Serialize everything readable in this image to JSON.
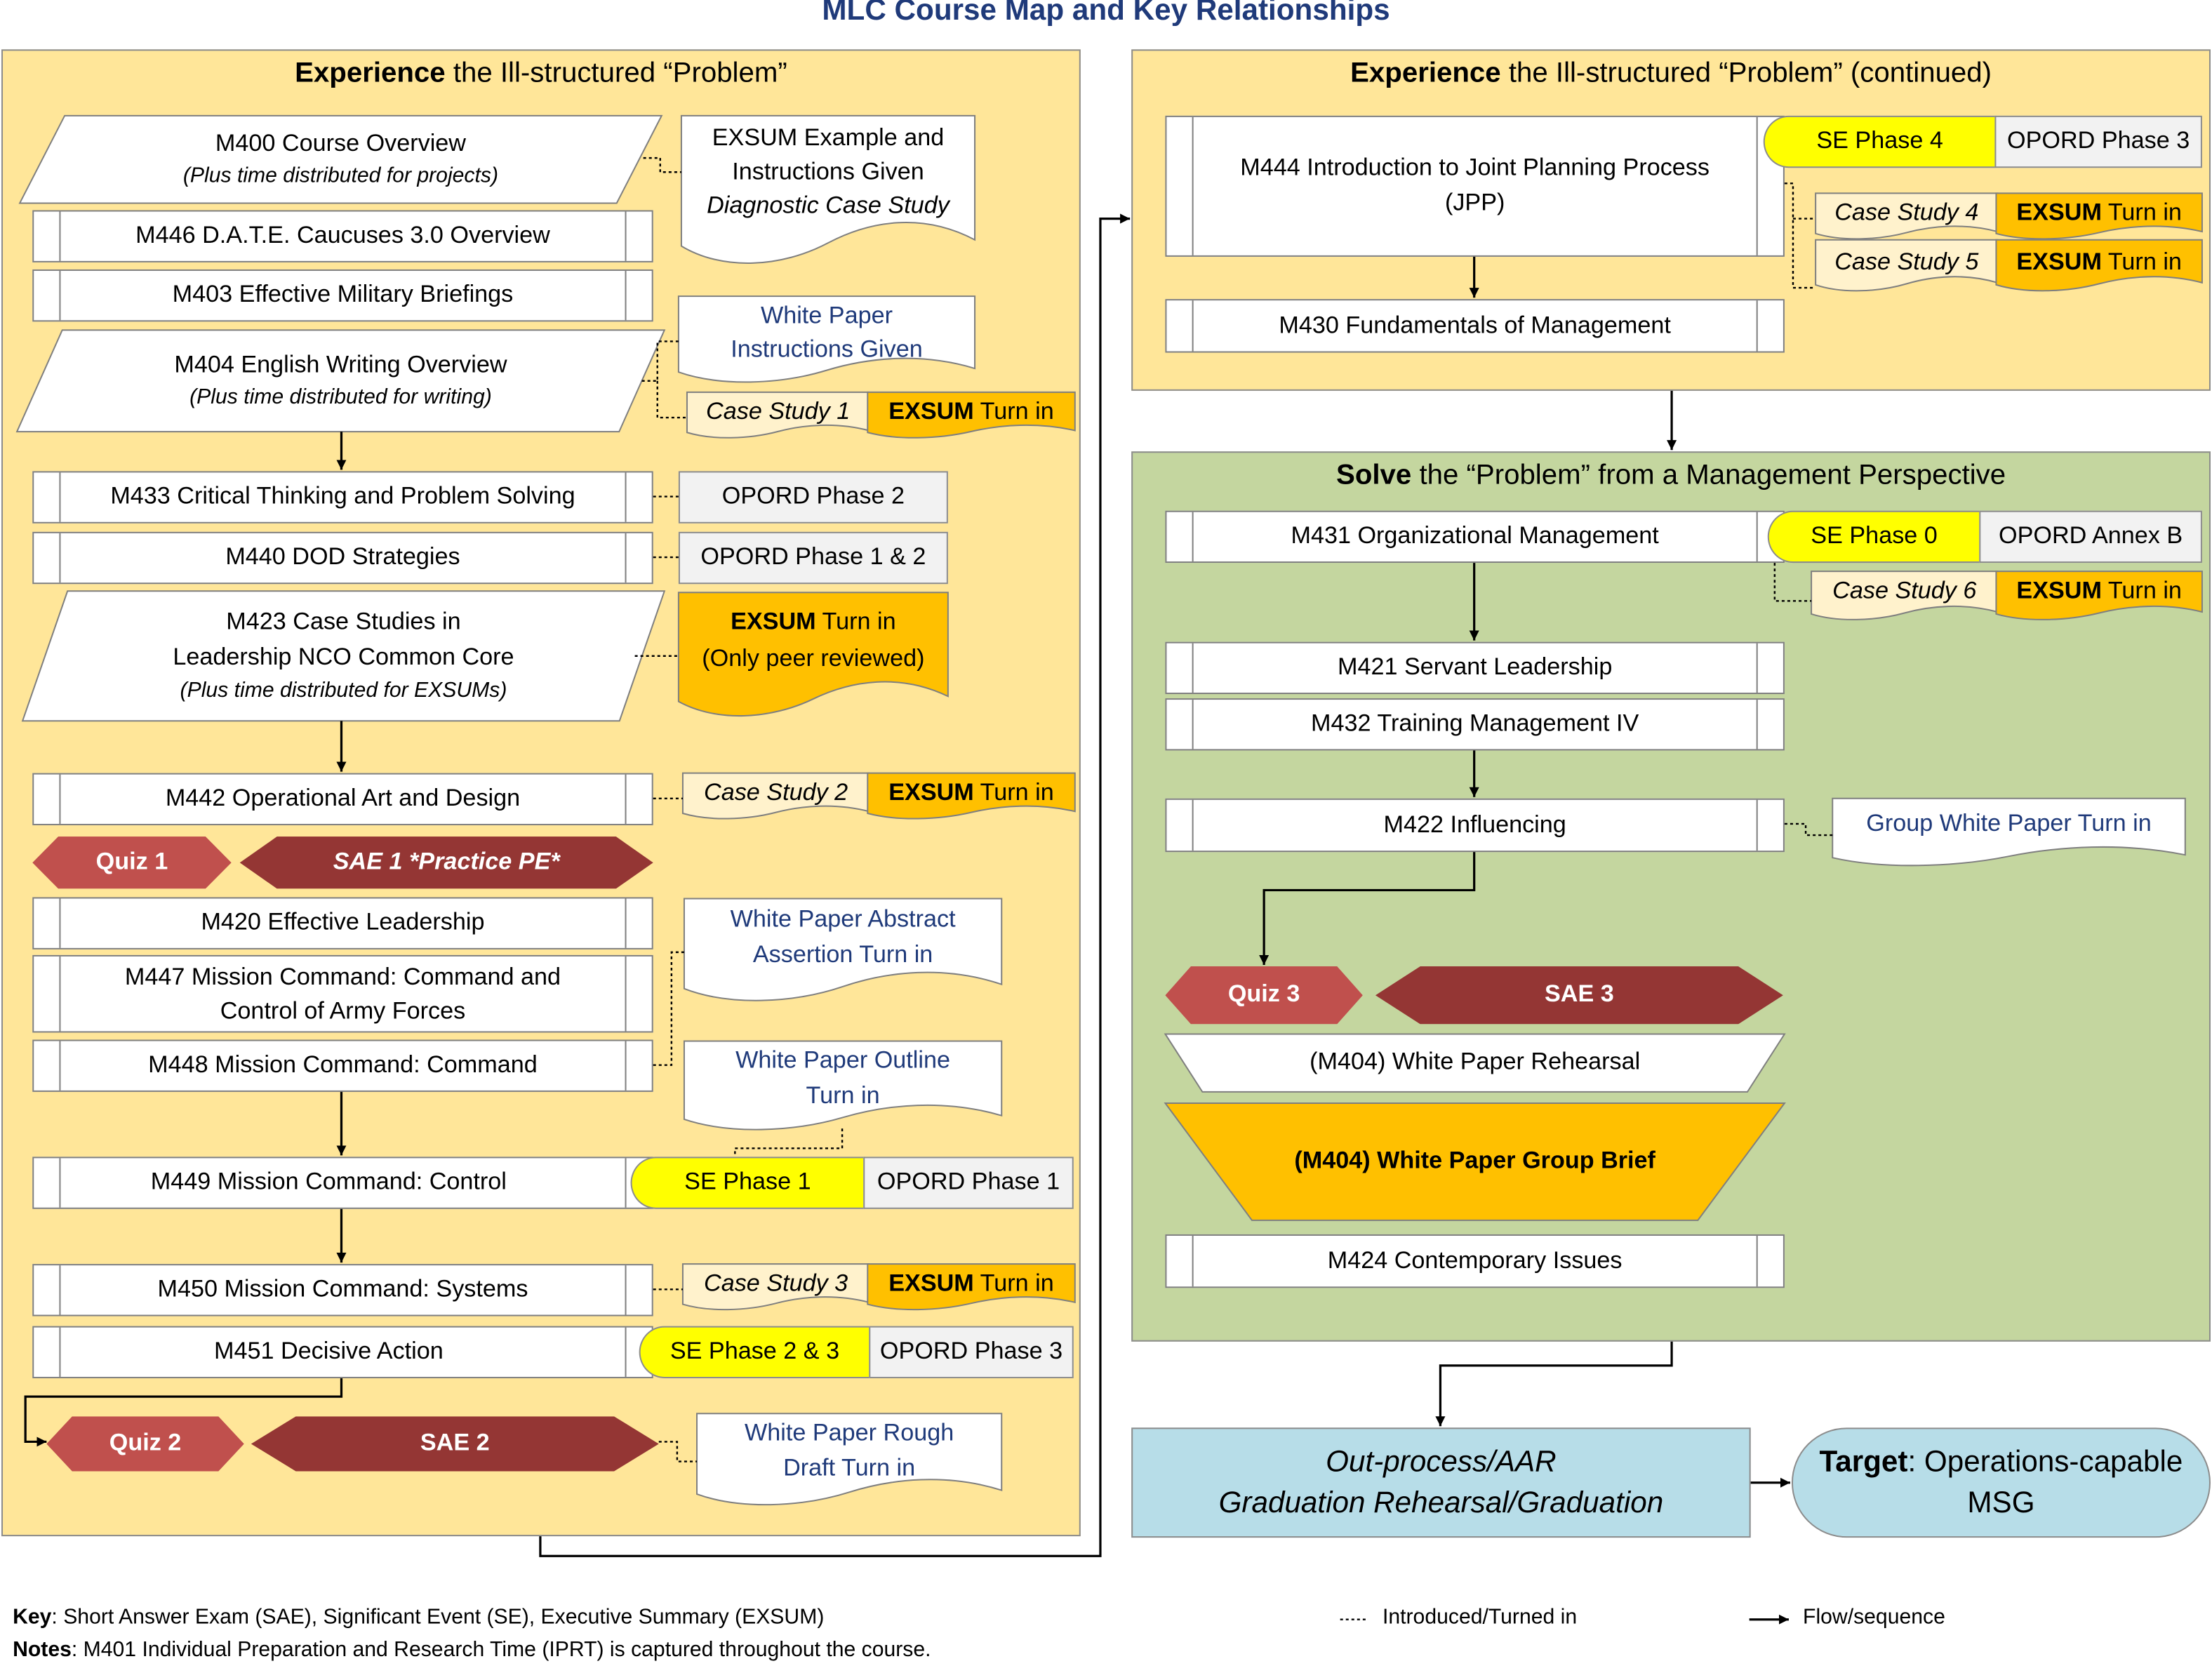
{
  "title": "MLC Course Map and Key Relationships",
  "colors": {
    "panel_yellow": "#FFE699",
    "panel_green": "#C4D69F",
    "panel_blue": "#B7DDE8",
    "exsum_orange": "#FFC000",
    "case_study_cream": "#FFF2CC",
    "se_yellow": "#FFFF00",
    "quiz_red": "#C0504D",
    "sae_darkred": "#943634",
    "title_blue": "#1F3A7A"
  },
  "common": {
    "exsum": "EXSUM",
    "turn_in": " Turn in"
  },
  "left": {
    "heading_bold": "Experience",
    "heading_rest": " the Ill-structured “Problem”",
    "m400": {
      "title": "M400 Course Overview",
      "note": "(Plus time distributed for projects)"
    },
    "exsum_example": {
      "line1": "EXSUM Example and",
      "line2": "Instructions Given",
      "line3": "Diagnostic Case Study"
    },
    "m446": "M446 D.A.T.E. Caucuses 3.0 Overview",
    "m403": "M403 Effective Military Briefings",
    "m404": {
      "title": "M404 English Writing Overview",
      "note": "(Plus time distributed for writing)"
    },
    "wp_instructions": {
      "line1": "White Paper",
      "line2": "Instructions Given"
    },
    "case_study_1": "Case Study 1",
    "m433": "M433 Critical Thinking and Problem Solving",
    "opord_phase_2": "OPORD Phase 2",
    "m440": "M440 DOD Strategies",
    "opord_phase_1_2": "OPORD Phase 1 & 2",
    "m423": {
      "line1": "M423 Case Studies in",
      "line2": "Leadership NCO Common Core",
      "note": "(Plus time distributed for EXSUMs)"
    },
    "exsum_peer": {
      "rest": " Turn in",
      "line2": "(Only peer reviewed)"
    },
    "m442": "M442 Operational Art and Design",
    "case_study_2": "Case Study 2",
    "quiz_1": "Quiz 1",
    "sae_1": "SAE 1 *Practice PE*",
    "m420": "M420 Effective Leadership",
    "m447": {
      "line1": "M447 Mission Command: Command and",
      "line2": "Control of Army Forces"
    },
    "m448": "M448 Mission Command: Command",
    "wp_abstract": {
      "line1": "White Paper Abstract",
      "line2": "Assertion Turn in"
    },
    "wp_outline": {
      "line1": "White Paper Outline",
      "line2": "Turn in"
    },
    "m449": "M449 Mission Command: Control",
    "se_phase_1": "SE Phase 1",
    "opord_phase_1": "OPORD Phase 1",
    "m450": "M450 Mission Command: Systems",
    "case_study_3": "Case Study 3",
    "m451": "M451 Decisive Action",
    "se_phase_2_3": "SE Phase 2 & 3",
    "opord_phase_3": "OPORD Phase 3",
    "quiz_2": "Quiz 2",
    "sae_2": "SAE 2",
    "wp_rough": {
      "line1": "White Paper Rough",
      "line2": "Draft Turn in"
    }
  },
  "right_top": {
    "heading_bold": "Experience",
    "heading_rest": " the Ill-structured “Problem” (continued)",
    "m444": {
      "line1": "M444 Introduction to Joint Planning Process",
      "line2": "(JPP)"
    },
    "se_phase_4": "SE Phase 4",
    "opord_phase_3": "OPORD Phase 3",
    "case_study_4": "Case Study 4",
    "case_study_5": "Case Study 5",
    "m430": "M430 Fundamentals of Management"
  },
  "solve": {
    "heading_bold": "Solve",
    "heading_rest": " the “Problem” from a Management Perspective",
    "m431": "M431 Organizational Management",
    "se_phase_0": "SE Phase 0",
    "opord_annex_b": "OPORD Annex B",
    "case_study_6": "Case Study 6",
    "m421": "M421 Servant Leadership",
    "m432": "M432 Training Management IV",
    "m422": "M422 Influencing",
    "group_wp": "Group White Paper Turn in",
    "quiz_3": "Quiz 3",
    "sae_3": "SAE 3",
    "wp_rehearsal": "(M404) White Paper Rehearsal",
    "wp_group_brief": "(M404) White Paper Group Brief",
    "m424": "M424 Contemporary Issues"
  },
  "end": {
    "outprocess_line1": "Out-process/AAR",
    "outprocess_line2": "Graduation Rehearsal/Graduation",
    "target_bold": "Target",
    "target_rest": ": Operations-capable",
    "target_line2": "MSG"
  },
  "footer": {
    "key_label": "Key",
    "key_text": ": Short Answer Exam (SAE), Significant Event (SE), Executive Summary (EXSUM)",
    "notes_label": "Notes",
    "notes_text": ": M401 Individual Preparation and Research Time  (IPRT) is captured throughout the course.",
    "legend_dotted": "Introduced/Turned in",
    "legend_arrow": "Flow/sequence"
  }
}
